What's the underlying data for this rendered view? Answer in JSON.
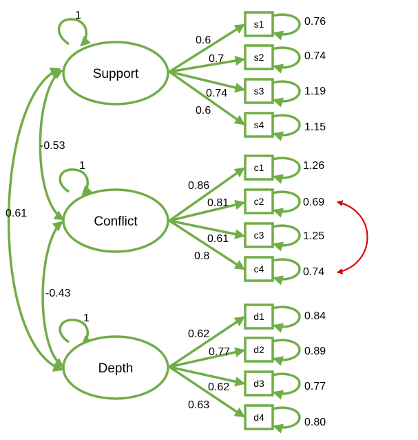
{
  "colors": {
    "path": "#70ad47",
    "highlight": "#e00000",
    "text": "#000000"
  },
  "latents": [
    {
      "id": "support",
      "label": "Support",
      "variance": "1"
    },
    {
      "id": "conflict",
      "label": "Conflict",
      "variance": "1"
    },
    {
      "id": "depth",
      "label": "Depth",
      "variance": "1"
    }
  ],
  "indicators": [
    {
      "id": "s1",
      "label": "s1",
      "factor": "support",
      "loading": "0.6",
      "residual": "0.76"
    },
    {
      "id": "s2",
      "label": "s2",
      "factor": "support",
      "loading": "0.7",
      "residual": "0.74"
    },
    {
      "id": "s3",
      "label": "s3",
      "factor": "support",
      "loading": "0.74",
      "residual": "1.19"
    },
    {
      "id": "s4",
      "label": "s4",
      "factor": "support",
      "loading": "0.6",
      "residual": "1.15"
    },
    {
      "id": "c1",
      "label": "c1",
      "factor": "conflict",
      "loading": "0.86",
      "residual": "1.26"
    },
    {
      "id": "c2",
      "label": "c2",
      "factor": "conflict",
      "loading": "0.81",
      "residual": "0.69"
    },
    {
      "id": "c3",
      "label": "c3",
      "factor": "conflict",
      "loading": "0.61",
      "residual": "1.25"
    },
    {
      "id": "c4",
      "label": "c4",
      "factor": "conflict",
      "loading": "0.8",
      "residual": "0.74"
    },
    {
      "id": "d1",
      "label": "d1",
      "factor": "depth",
      "loading": "0.62",
      "residual": "0.84"
    },
    {
      "id": "d2",
      "label": "d2",
      "factor": "depth",
      "loading": "0.77",
      "residual": "0.89"
    },
    {
      "id": "d3",
      "label": "d3",
      "factor": "depth",
      "loading": "0.62",
      "residual": "0.77"
    },
    {
      "id": "d4",
      "label": "d4",
      "factor": "depth",
      "loading": "0.63",
      "residual": "0.80"
    }
  ],
  "covariances": [
    {
      "from": "support",
      "to": "conflict",
      "value": "-0.53"
    },
    {
      "from": "conflict",
      "to": "depth",
      "value": "-0.43"
    },
    {
      "from": "support",
      "to": "depth",
      "value": "0.61"
    }
  ],
  "residual_covariance": {
    "from": "c2",
    "to": "c4"
  }
}
